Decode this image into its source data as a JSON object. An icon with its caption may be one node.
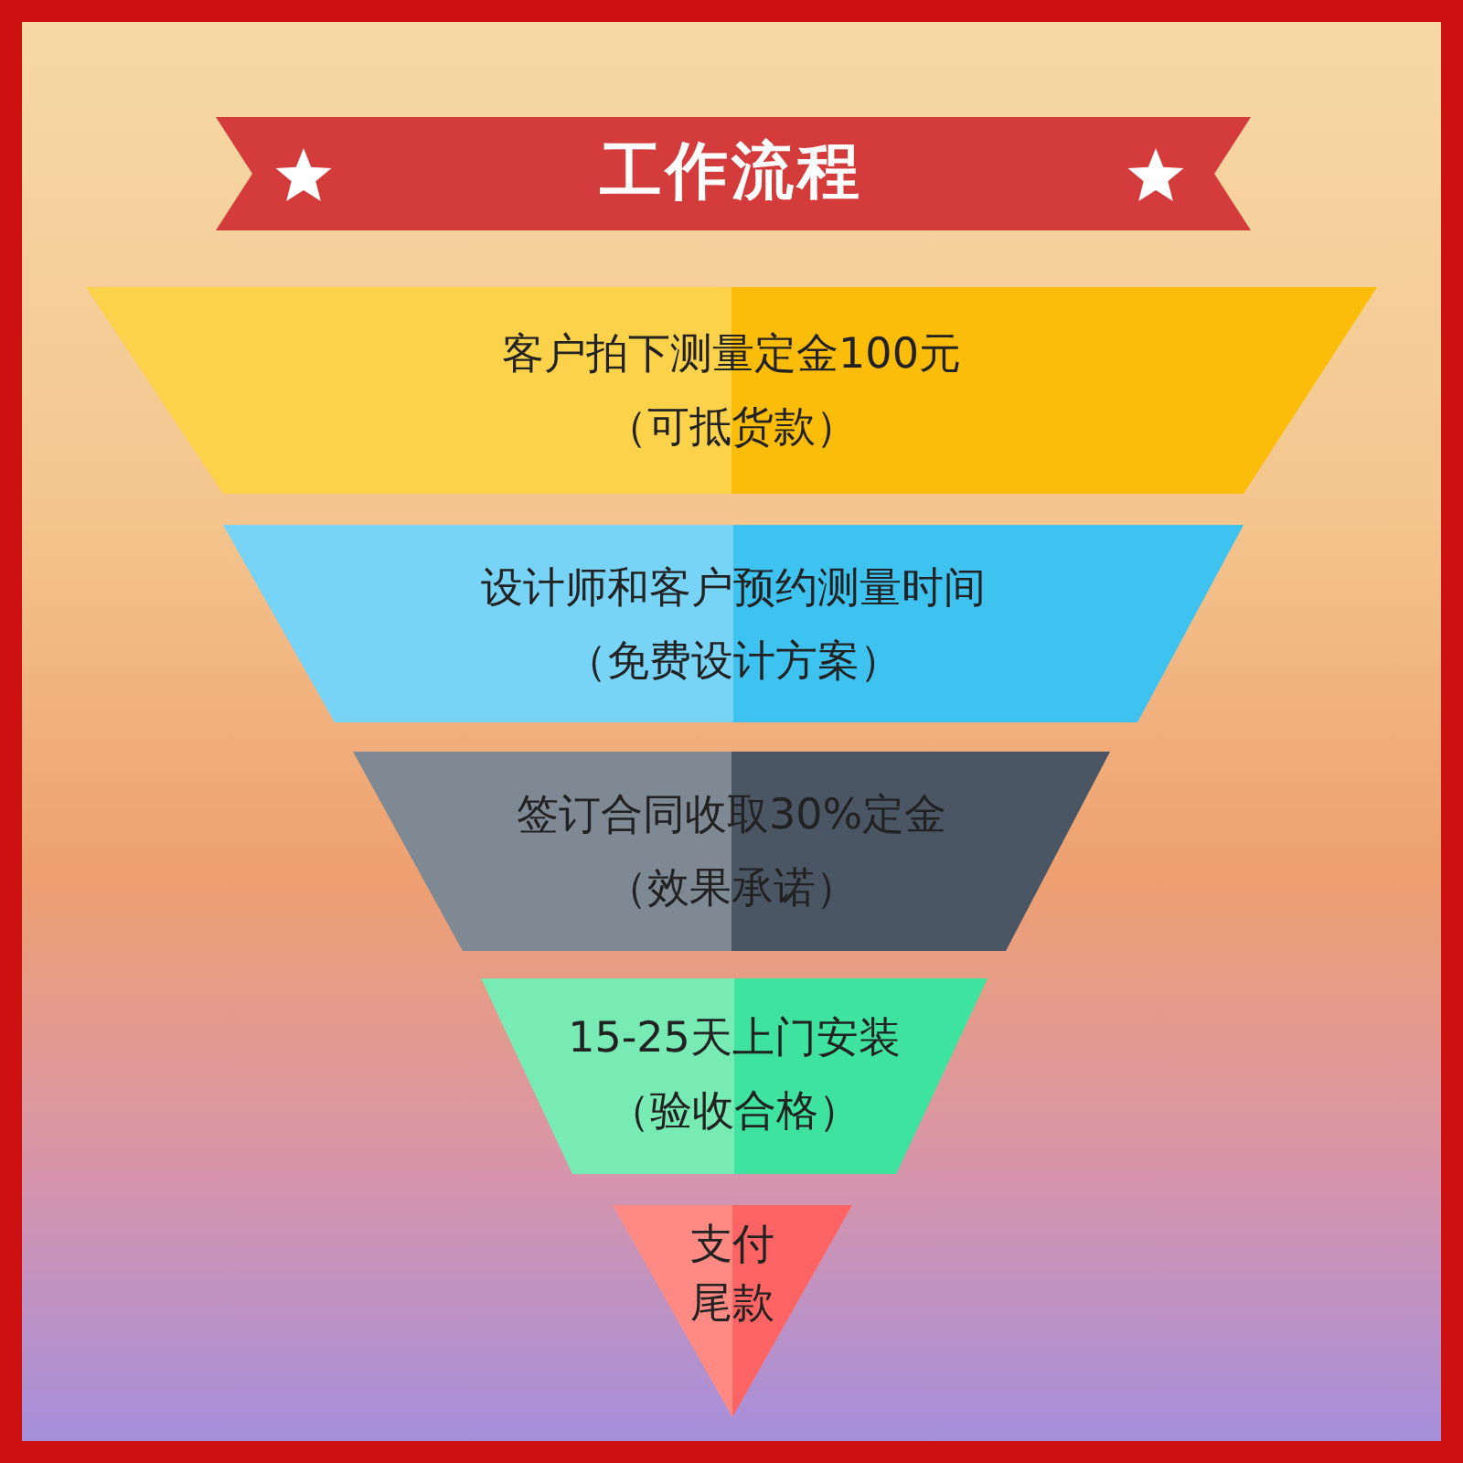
{
  "diagram": {
    "title": "工作流程",
    "nodes": [
      {
        "text": [
          "客户拍下测量定金100元",
          "（可抵货款）"
        ]
      },
      {
        "text": [
          "设计师和客户预约测量时间",
          "（免费设计方案）"
        ]
      },
      {
        "text": [
          "签订合同收取30%定金",
          "（效果承诺）"
        ]
      },
      {
        "text": [
          "15-25天上门安装",
          "（验收合格）"
        ]
      },
      {
        "text": [
          "支付尾款"
        ]
      }
    ],
    "edges": []
  }
}
